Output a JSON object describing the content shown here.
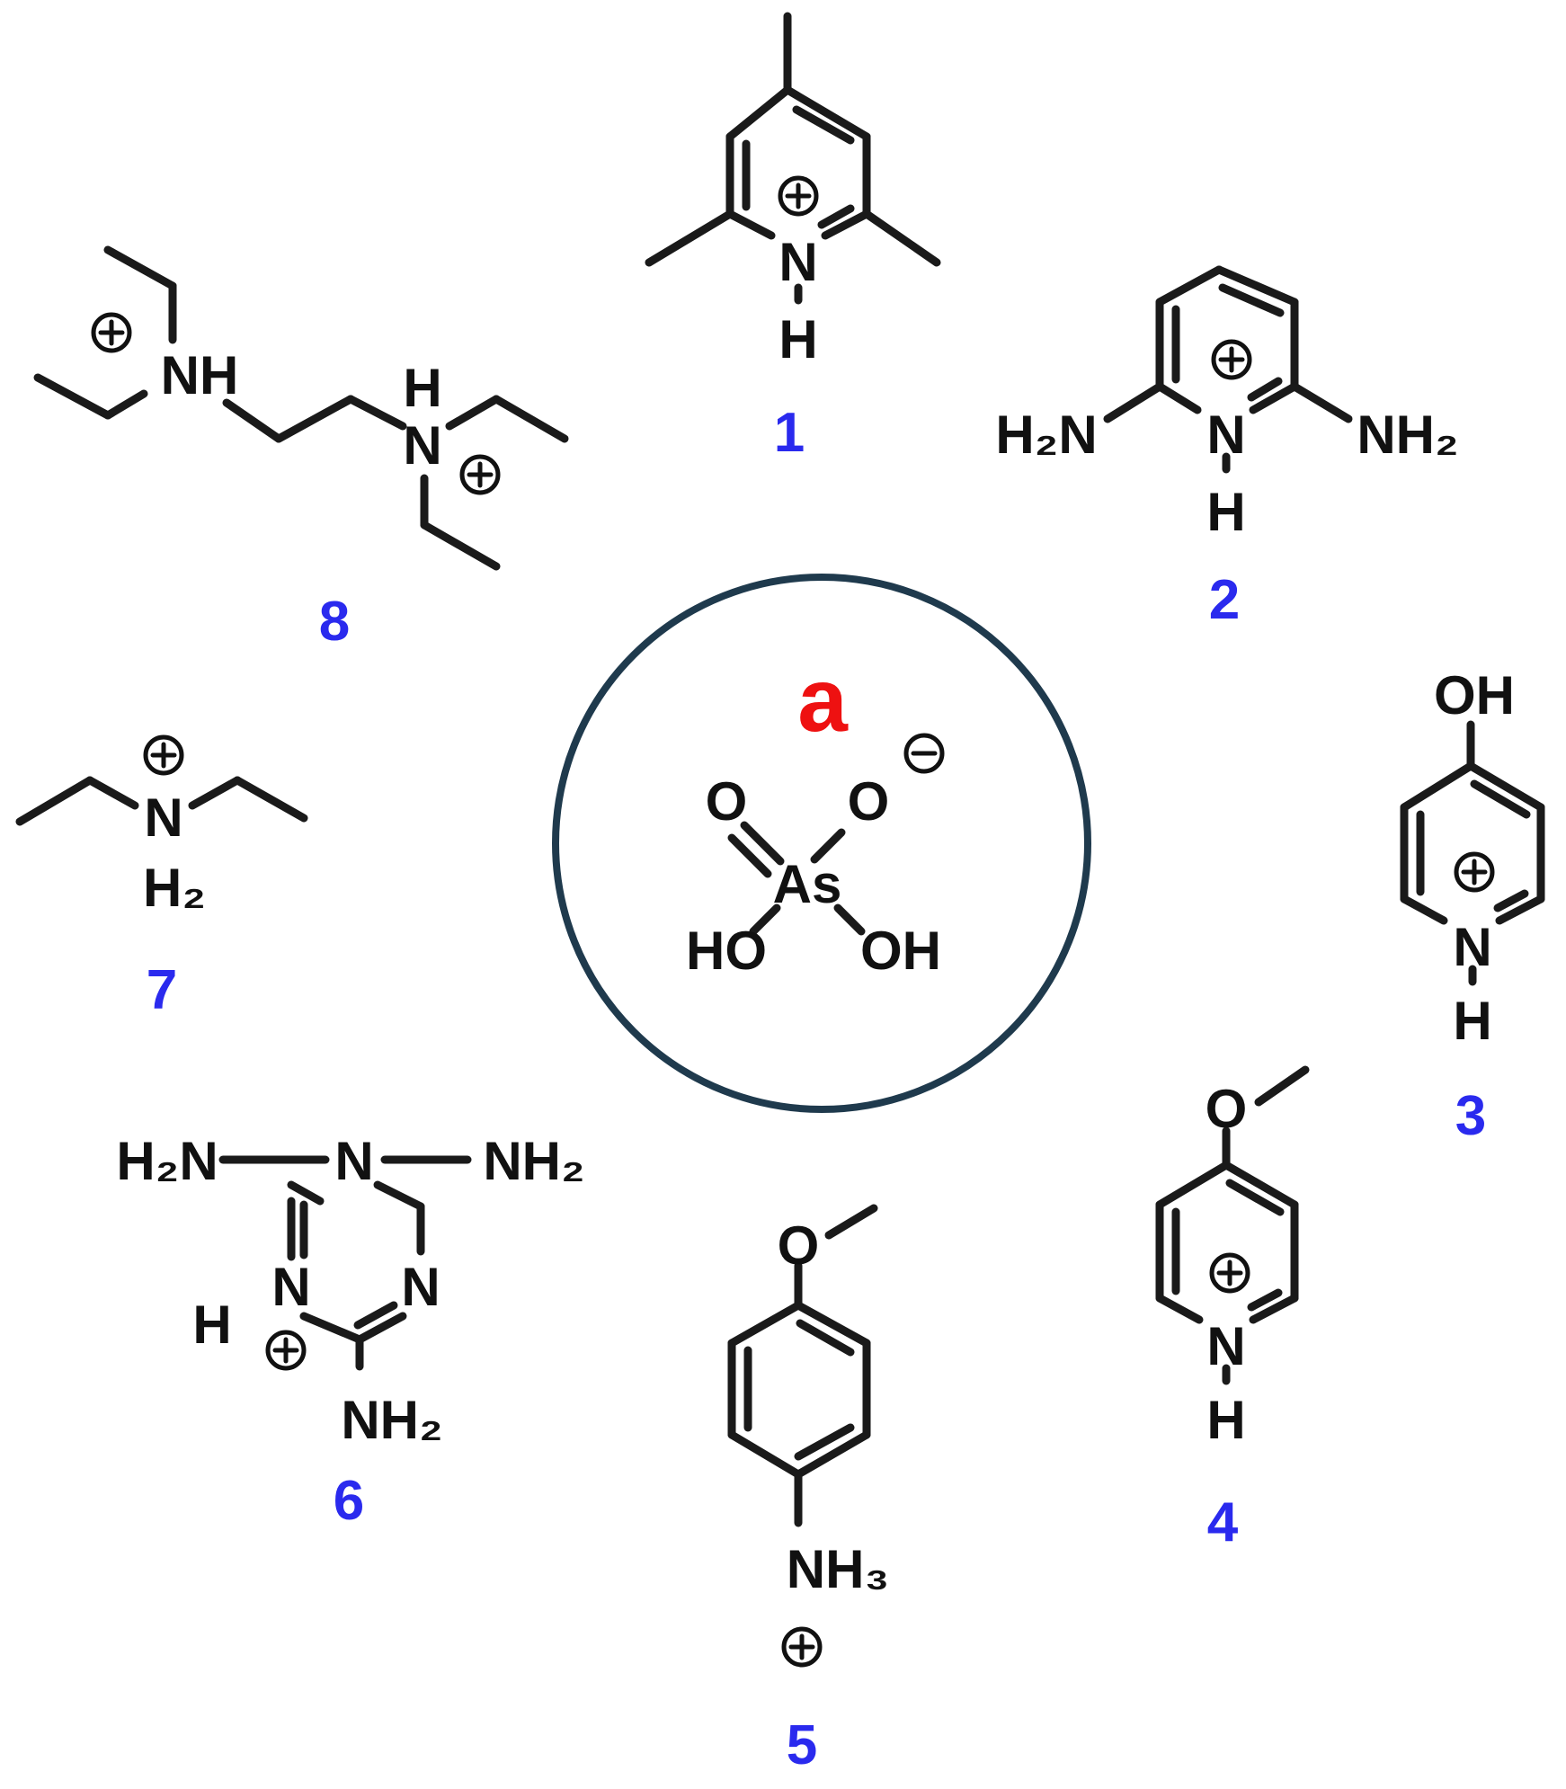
{
  "colors": {
    "bond": "#1a1a1a",
    "atom_text": "#111111",
    "compound_number": "#2a2aee",
    "anion_label": "#ee1111",
    "circle": "#1f3a4d"
  },
  "center": {
    "label": "a",
    "atoms": {
      "o_left": "O",
      "o_right": "O",
      "as": "As",
      "ho": "HO",
      "oh": "OH"
    },
    "charge": "minus"
  },
  "compounds": [
    {
      "id": "1",
      "labels": {
        "n": "N",
        "h": "H"
      }
    },
    {
      "id": "2",
      "labels": {
        "h2n": "H₂N",
        "n": "N",
        "nh2": "NH₂",
        "h": "H"
      }
    },
    {
      "id": "3",
      "labels": {
        "oh": "OH",
        "n": "N",
        "h": "H"
      }
    },
    {
      "id": "4",
      "labels": {
        "o": "O",
        "n": "N",
        "h": "H"
      }
    },
    {
      "id": "5",
      "labels": {
        "o": "O",
        "nh3": "NH₃"
      }
    },
    {
      "id": "6",
      "labels": {
        "h2n": "H₂N",
        "nh2_right": "NH₂",
        "n_top": "N",
        "n_right": "N",
        "n_left": "N",
        "h": "H",
        "nh2_bottom": "NH₂"
      }
    },
    {
      "id": "7",
      "labels": {
        "n": "N",
        "h2": "H₂"
      }
    },
    {
      "id": "8",
      "labels": {
        "nh": "NH",
        "h": "H",
        "n": "N"
      }
    }
  ]
}
